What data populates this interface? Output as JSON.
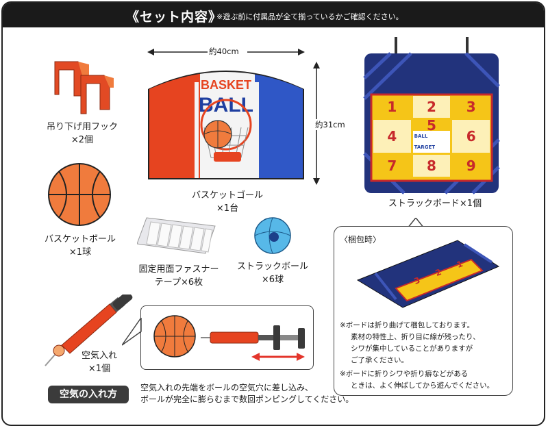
{
  "header": {
    "title": "《セット内容》",
    "note": "※遊ぶ前に付属品が全て揃っているかご確認ください。"
  },
  "hooks": {
    "label_line1": "吊り下げ用フック",
    "label_line2": "×2個"
  },
  "goal": {
    "dim_width": "約40cm",
    "dim_height": "約31cm",
    "board_text_top": "BASKET",
    "board_text_main": "BALL",
    "label_line1": "バスケットゴール",
    "label_line2": "×1台"
  },
  "struck_board": {
    "numbers": [
      "1",
      "2",
      "3",
      "4",
      "5",
      "6",
      "7",
      "8",
      "9"
    ],
    "center_badge": "BALL TARGET",
    "label": "ストラックボード×1個"
  },
  "basketball": {
    "label_line1": "バスケットボール",
    "label_line2": "×1球"
  },
  "fastener": {
    "label_line1": "固定用面ファスナー",
    "label_line2": "テープ×6枚"
  },
  "struck_ball": {
    "label_line1": "ストラックボール",
    "label_line2": "×6球"
  },
  "pump": {
    "label_line1": "空気入れ",
    "label_line2": "×1個"
  },
  "packing": {
    "title": "〈梱包時〉",
    "folded_numbers": [
      "3",
      "2",
      "1"
    ],
    "notes": [
      "※ボードは折り曲げて梱包しております。",
      "素材の特性上、折り目に線が残ったり、",
      "シワが集中していることがありますが",
      "ご了承ください。",
      "※ボードに折りシワや折り癖などがある",
      "ときは、よく伸ばしてから遊んでください。"
    ]
  },
  "air": {
    "badge": "空気の入れ方",
    "desc_line1": "空気入れの先端をボールの空気穴に差し込み、",
    "desc_line2": "ボールが完全に膨らむまで数回ポンピングしてください。"
  }
}
